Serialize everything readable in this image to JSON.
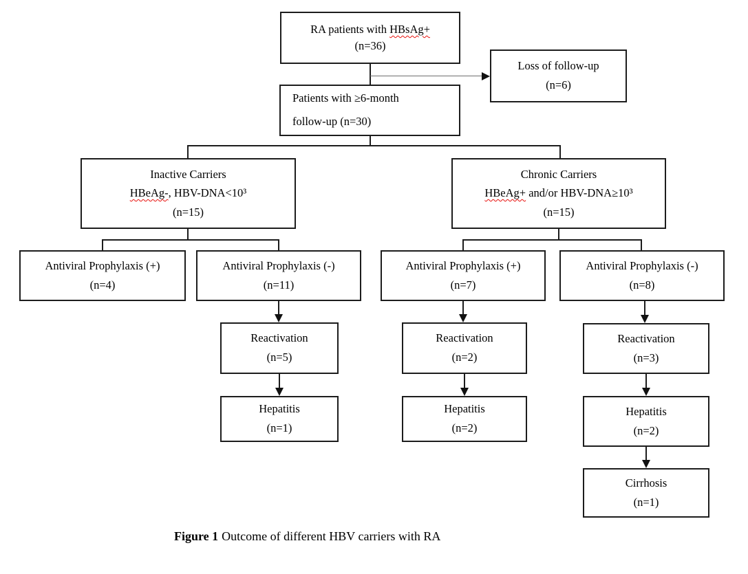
{
  "colors": {
    "box_border": "#1c1c1c",
    "text": "#000000",
    "spellcheck_squiggle": "#e8100c",
    "loss_arrow_line": "#6e6e6e",
    "background": "#ffffff"
  },
  "nodes": {
    "root": {
      "pre": "RA patients with ",
      "marked": "HBsAg+",
      "count": "(n=36)"
    },
    "loss": {
      "label": "Loss of follow-up",
      "count": "(n=6)"
    },
    "followup": {
      "line1": "Patients with ≥6-month",
      "line2": "follow-up (n=30)"
    },
    "inactive": {
      "title": "Inactive Carriers",
      "marked": "HBeAg-",
      "criteria_rest": ", HBV-DNA<10³",
      "count": "(n=15)"
    },
    "chronic": {
      "title": "Chronic Carriers",
      "marked": "HBeAg+",
      "criteria_rest": " and/or HBV-DNA≥10³",
      "count": "(n=15)"
    },
    "ap_plus_inactive": {
      "label": "Antiviral Prophylaxis (+)",
      "count": "(n=4)"
    },
    "ap_minus_inactive": {
      "label": "Antiviral Prophylaxis (-)",
      "count": "(n=11)"
    },
    "ap_plus_chronic": {
      "label": "Antiviral Prophylaxis (+)",
      "count": "(n=7)"
    },
    "ap_minus_chronic": {
      "label": "Antiviral Prophylaxis (-)",
      "count": "(n=8)"
    },
    "react_inactive": {
      "label": "Reactivation",
      "count": "(n=5)"
    },
    "hep_inactive": {
      "label": "Hepatitis",
      "count": "(n=1)"
    },
    "react_chronic_plus": {
      "label": "Reactivation",
      "count": "(n=2)"
    },
    "hep_chronic_plus": {
      "label": "Hepatitis",
      "count": "(n=2)"
    },
    "react_chronic_minus": {
      "label": "Reactivation",
      "count": "(n=3)"
    },
    "hep_chronic_minus": {
      "label": "Hepatitis",
      "count": "(n=2)"
    },
    "cirrhosis": {
      "label": "Cirrhosis",
      "count": "(n=1)"
    }
  },
  "caption": {
    "label": "Figure 1",
    "text": "Outcome of different HBV carriers with RA"
  }
}
